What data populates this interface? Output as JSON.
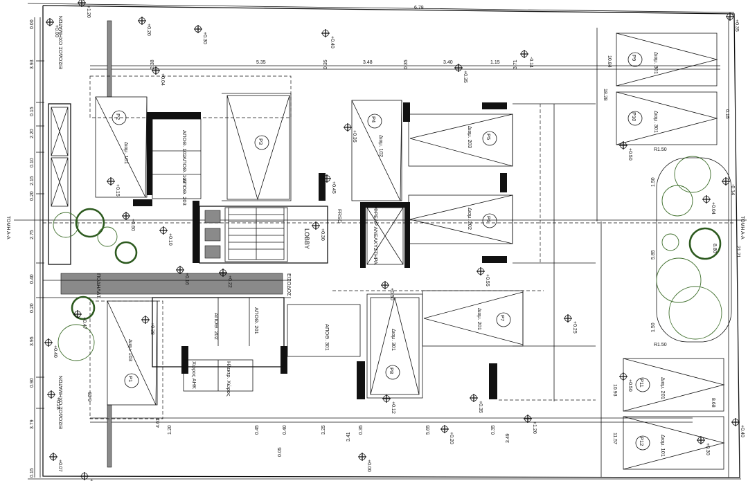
{
  "plan": {
    "top_dims": [
      "6.78",
      "2.38",
      "5.35",
      "0.35",
      "3.48",
      "0.35",
      "3.40",
      "1.15",
      "3.71"
    ],
    "bottom_dims": [
      "1.20",
      "4.61",
      "0.45",
      "0.40",
      "0.05",
      "3.25",
      "3.41",
      "0.35",
      "5.65",
      "0.35",
      "3.49"
    ],
    "left_dims": [
      "0.00",
      "0.15",
      "3.93",
      "0.15",
      "2.20",
      "0.10",
      "2.15",
      "0.20",
      "2.75",
      "0.40",
      "0.20",
      "3.95",
      "0.90",
      "6.05",
      "3.79",
      "0.15"
    ],
    "right_dims": [
      "10.84",
      "18.28",
      "21.21",
      "0.15",
      "10.93",
      "8.68",
      "11.57"
    ],
    "levels": [
      "+0.35",
      "+0.00",
      "+1.20",
      "+0.20",
      "+0.30",
      "+0.40",
      "-0.14",
      "+0.04",
      "+0.35",
      "+0.50",
      "+0.15",
      "+0.45",
      "+0.60",
      "+0.10",
      "+0.30",
      "+0.16",
      "+0.22",
      "+0.55",
      "+0.50",
      "+0.38",
      "+0.47",
      "+0.25",
      "+0.40",
      "+0.28",
      "+0.07",
      "+0.12"
    ],
    "section_labels": [
      "TOMH A-A",
      "TOMH A-A"
    ],
    "rooms": {
      "entry_left_top": "ΕΙΣΟΔΟΣ\nΟΧΗΜΑΤΩΝ",
      "entry_left_bottom": "ΕΙΣΟΔΟΣ\nΟΧΗΜΑΤΩΝ",
      "lobby": "LOBBY",
      "elevator": "ΦΡΕΑΡ\nΑΝΕΛΚΥΣΤΗΡΑ",
      "entrance": "ΕΙΣΟΔΟΣ",
      "pedestrian": "ΠΟΔΗΛΑΤ.",
      "ahk": "Χώρος\nΑΗΚ",
      "elec": "Ηλεκτρ.\nΧώρος",
      "frsc": "FRSC"
    },
    "storages": [
      {
        "label": "ΑΠΟΘ.",
        "num": "102"
      },
      {
        "label": "ΑΠΟΘ.",
        "num": "103"
      },
      {
        "label": "ΑΠΟΘ.",
        "num": "203"
      },
      {
        "label": "ΑΠΟΘ.",
        "num": "202"
      },
      {
        "label": "ΑΠΟΘ.",
        "num": "201"
      },
      {
        "label": "ΑΠΟΘ.",
        "num": "301"
      }
    ],
    "parkings": [
      {
        "id": "P1",
        "unit": "Διαμ. 103"
      },
      {
        "id": "P2",
        "unit": "Διαμ. 101"
      },
      {
        "id": "P3",
        "unit": ""
      },
      {
        "id": "P4",
        "unit": "Διαμ. 102"
      },
      {
        "id": "P5",
        "unit": "Διαμ. 203"
      },
      {
        "id": "P6",
        "unit": "Διαμ. 202"
      },
      {
        "id": "P7",
        "unit": "Διαμ. 201"
      },
      {
        "id": "P8",
        "unit": "Διαμ. 301"
      },
      {
        "id": "P9",
        "unit": "Διαμ. 301"
      },
      {
        "id": "P10",
        "unit": "Διαμ. 301"
      },
      {
        "id": "P11",
        "unit": "Διαμ. 201"
      },
      {
        "id": "P12",
        "unit": "Διαμ. 101"
      }
    ],
    "garden_dims": [
      "R1.50",
      "1.50",
      "5.85",
      "1.50",
      "R1.50",
      "8.80"
    ]
  }
}
